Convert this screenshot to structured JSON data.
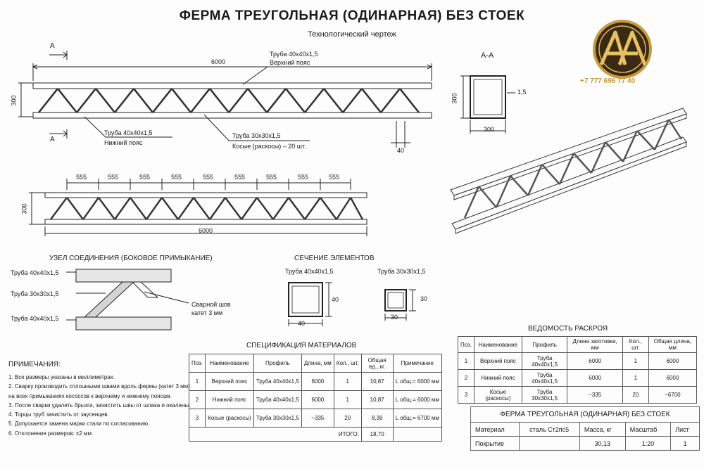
{
  "title": "ФЕРМА ТРЕУГОЛЬНАЯ (ОДИНАРНАЯ) БЕЗ СТОЕК",
  "subtitle": "Технологический чертеж",
  "top_view": {
    "section_mark": "А",
    "length": "6000",
    "height": "300",
    "end_offset": "40",
    "label_top_pipe": "Труба 40х40х1,5",
    "label_top_name": "Верхний пояс",
    "label_bot_pipe": "Труба 40х40х1,5",
    "label_bot_name": "Нижний пояс",
    "label_diag_pipe": "Труба 30х30х1,5",
    "label_diag_name": "Косые (раскосы) – 20 шт."
  },
  "section_aa": {
    "title": "А-А",
    "height": "300",
    "width": "300",
    "wall": "1,5"
  },
  "logo": {
    "phone": "+7 777 696 77 40",
    "mark": "AA"
  },
  "second_view": {
    "segments": [
      "555",
      "555",
      "555",
      "555",
      "555",
      "555",
      "555",
      "555",
      "555"
    ],
    "length": "6000",
    "height": "300"
  },
  "node": {
    "title": "УЗЕЛ СОЕДИНЕНИЯ (БОКОВОЕ ПРИМЫКАНИЕ)",
    "pipe_top": "Труба 40х40х1,5",
    "pipe_diag": "Труба 30х30х1,5",
    "pipe_bot": "Труба 40х40х1,5",
    "weld_1": "Сварной шов",
    "weld_2": "катет 3 мм"
  },
  "sections": {
    "title": "СЕЧЕНИЕ ЭЛЕМЕНТОВ",
    "a_label": "Труба 40х40х1,5",
    "a_w": "40",
    "a_h": "40",
    "b_label": "Труба 30х30х1,5",
    "b_w": "30",
    "b_h": "30"
  },
  "spec": {
    "title": "СПЕЦИФИКАЦИЯ МАТЕРИАЛОВ",
    "headers": [
      "Поз.",
      "Наименование",
      "Профиль",
      "Длина, мм",
      "Кол., шт.",
      "Общая ед., кг.",
      "Примечание"
    ],
    "rows": [
      [
        "1",
        "Верхний пояс",
        "Труба 40х40х1,5",
        "6000",
        "1",
        "10,87",
        "L общ.= 6000 мм"
      ],
      [
        "2",
        "Нижний пояс",
        "Труба 40х40х1,5",
        "6000",
        "1",
        "10,87",
        "L общ.= 6000 мм"
      ],
      [
        "3",
        "Косые (раскосы)",
        "Труба 30х30х1,5",
        "~335",
        "20",
        "8,39",
        "L общ.= 6700 мм"
      ]
    ],
    "total_label": "ИТОГО:",
    "total_value": "18,70"
  },
  "cut": {
    "title": "ВЕДОМОСТЬ РАСКРОЯ",
    "headers": [
      "Поз.",
      "Наименование",
      "Профиль",
      "Длина заготовки, мм",
      "Кол., шт.",
      "Общая длина, мм"
    ],
    "rows": [
      [
        "1",
        "Верхний пояс",
        "Труба 40х40х1,5",
        "6000",
        "1",
        "6000"
      ],
      [
        "2",
        "Нижний пояс",
        "Труба 40х40х1,5",
        "6000",
        "1",
        "6000"
      ],
      [
        "3",
        "Косые (раскосы)",
        "Труба 30х30х1,5",
        "~335",
        "20",
        "~6700"
      ]
    ]
  },
  "notes": {
    "title": "ПРИМЕЧАНИЯ:",
    "items": [
      "1.  Все размеры указаны в миллиметрах.",
      "2.  Сварку производить сплошными швами вдоль фермы (катет 3 мм)",
      "     на всех примыканиях кососсов к верхнему и нижнему поясам.",
      "3.  После сварки удалить брызги, зачистить швы от шлака и окалины.",
      "4.  Торцы труб зачистить от заусенцев.",
      "5.  Допускается замена марки стали по согласованию.",
      "6.  Отклонения размеров: ±2 мм."
    ]
  },
  "title_block": {
    "name": "ФЕРМА ТРЕУГОЛЬНАЯ (ОДИНАРНАЯ) БЕЗ СТОЕК",
    "material_label": "Материал",
    "material_value": "сталь Ст2пс5",
    "mass_label": "Масса, кг",
    "scale_label": "Масштаб",
    "sheet_label": "Лист",
    "coating_label": "Покрытие",
    "mass_value": "30,13",
    "scale_value": "1:20",
    "sheet_value": "1"
  }
}
